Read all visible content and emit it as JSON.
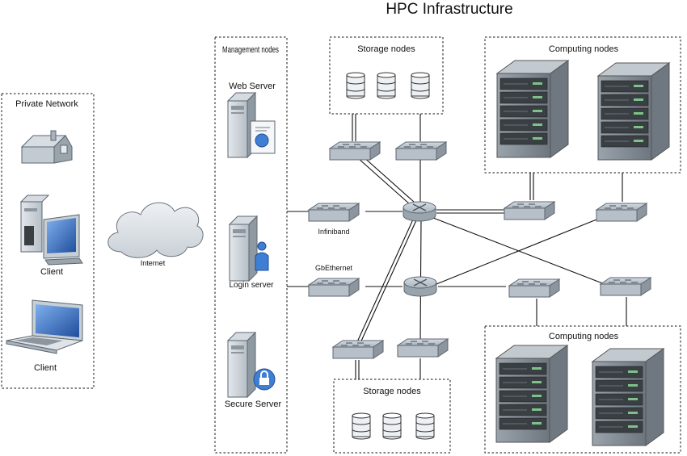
{
  "title": "HPC Infrastructure",
  "groups": {
    "private_network": "Private Network",
    "management_nodes": "Management nodes",
    "storage_top": "Storage nodes",
    "storage_bottom": "Storage nodes",
    "computing_top": "Computing nodes",
    "computing_bottom": "Computing nodes"
  },
  "nodes": {
    "client_desktop": "Client",
    "client_laptop": "Client",
    "internet": "Internet",
    "web_server": "Web Server",
    "login_server": "Login server",
    "secure_server": "Secure Server",
    "infiniband": "Infiniband",
    "gbethernet": "GbEthernet"
  },
  "icons": {
    "house": "house-icon",
    "desktop": "desktop-client-icon",
    "laptop": "laptop-icon",
    "cloud": "cloud-icon",
    "server": "server-icon",
    "switch": "network-switch-icon",
    "router": "router-icon",
    "database": "database-icon",
    "rack": "server-rack-icon"
  },
  "colors": {
    "device_gray": "#a9b3bd",
    "screen_blue": "#2e5fb0",
    "line": "#111111"
  }
}
